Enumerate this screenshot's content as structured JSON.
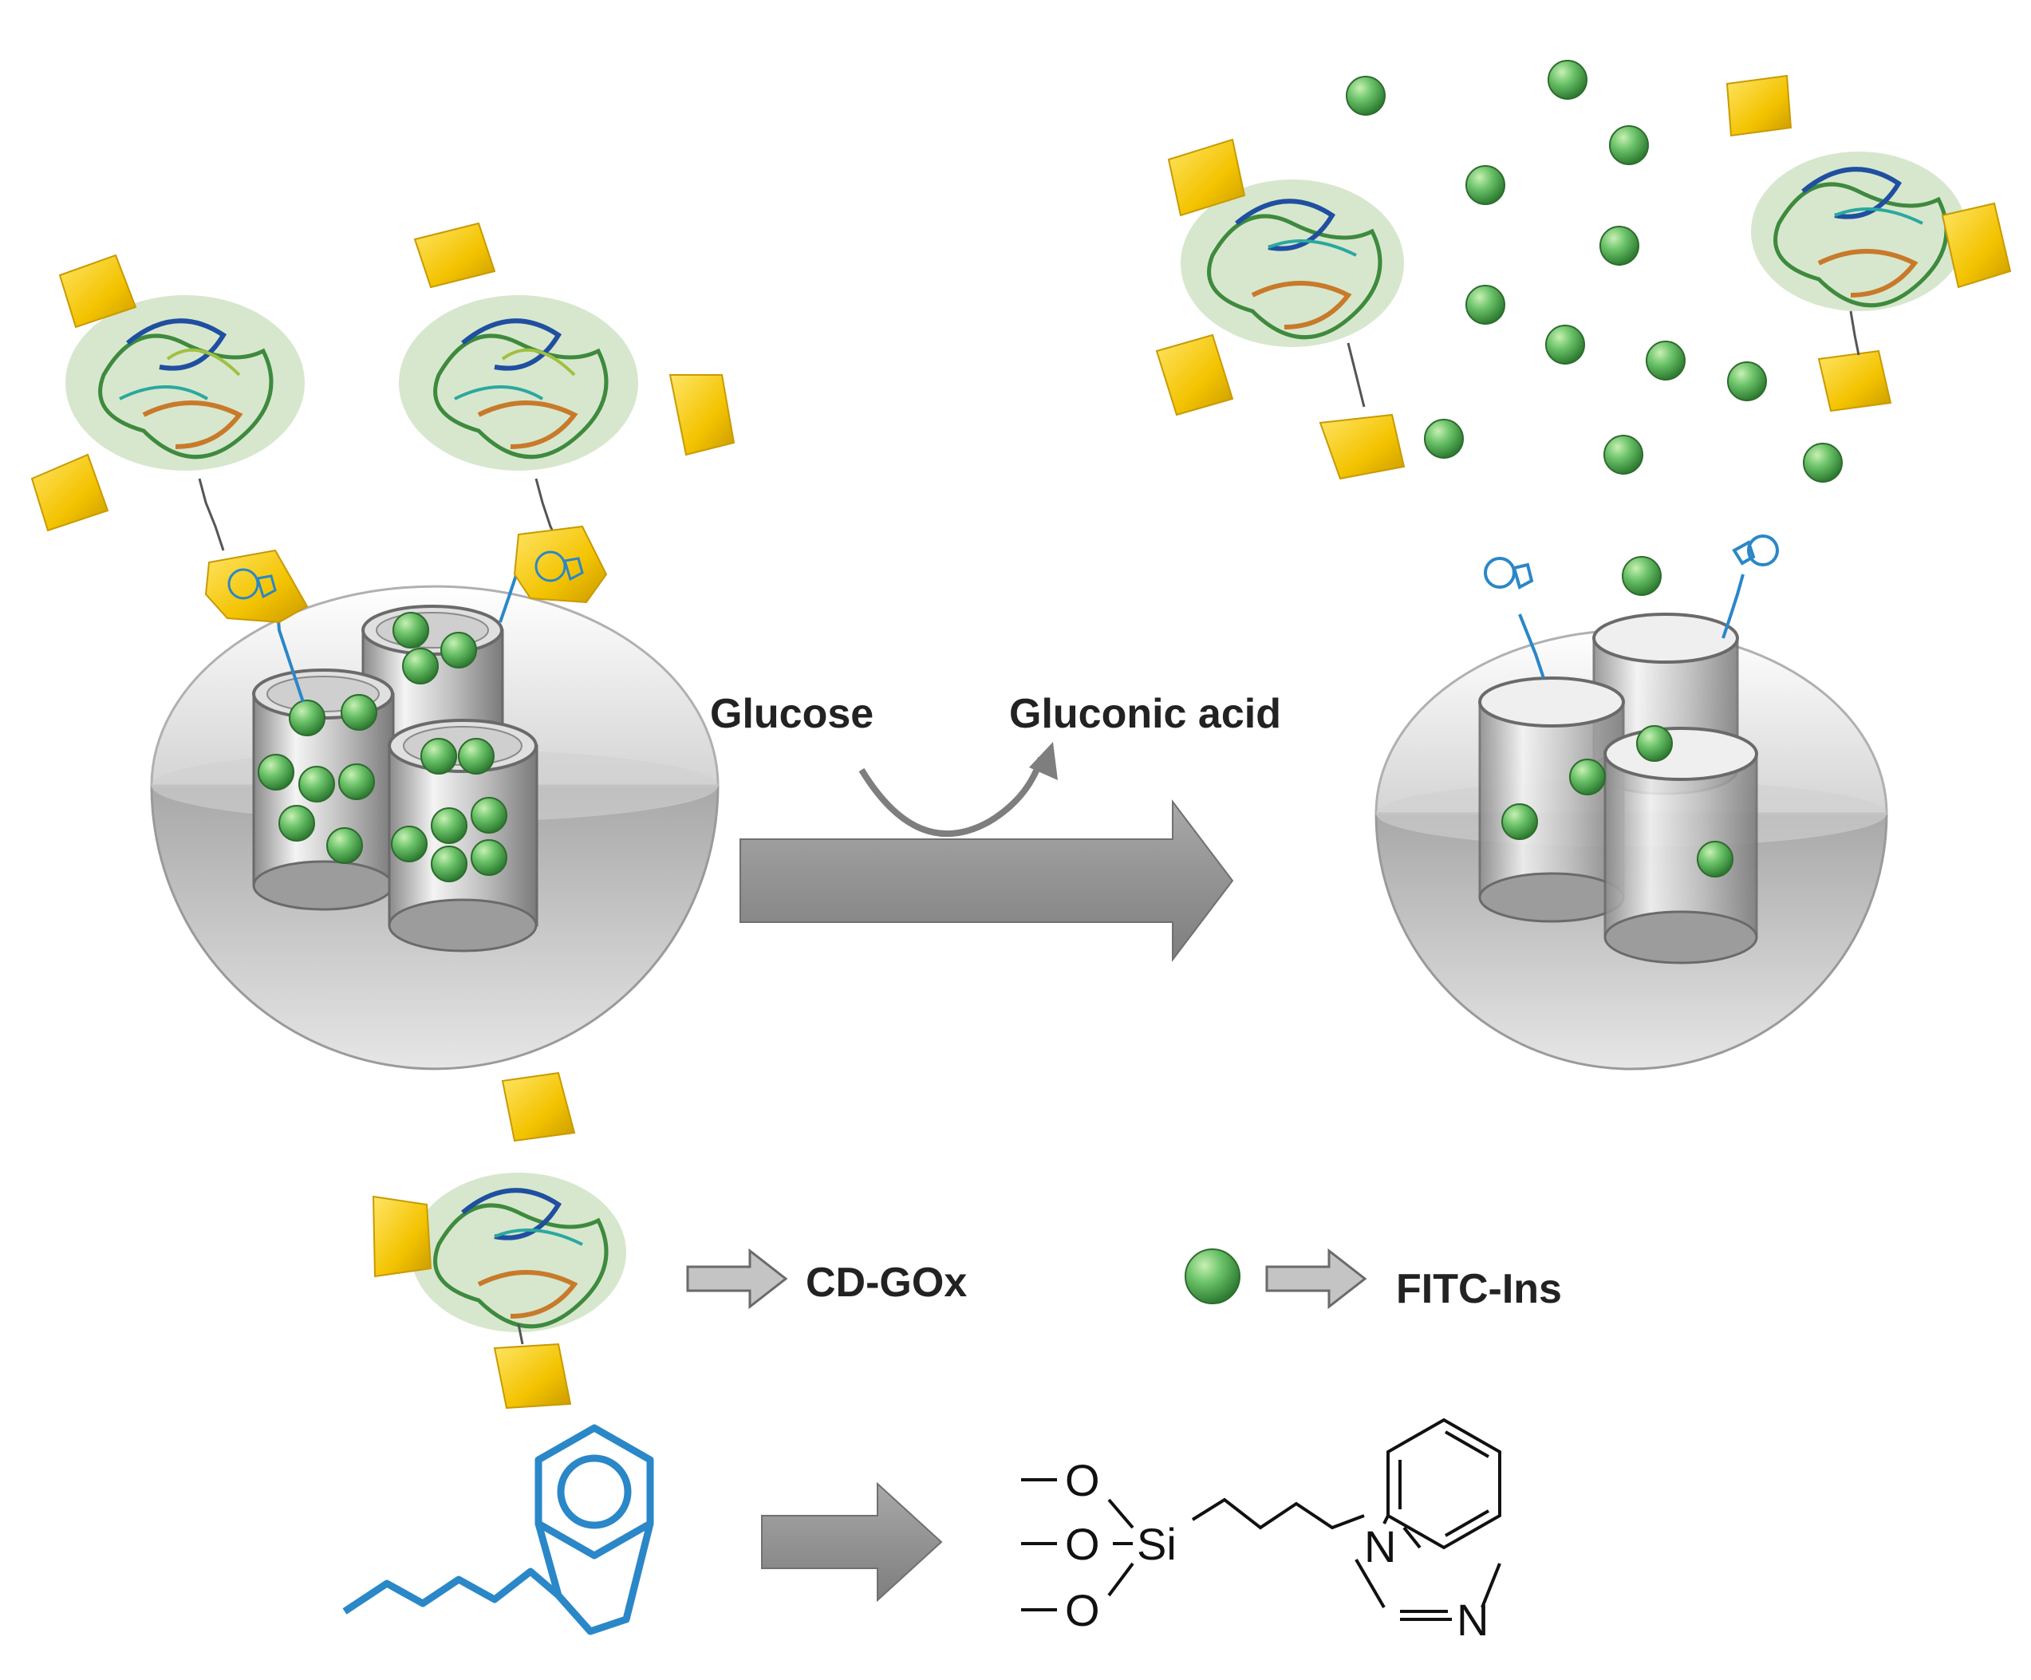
{
  "reaction": {
    "substrate": "Glucose",
    "product": "Gluconic acid"
  },
  "legend": {
    "enzyme_label": "CD-GOx",
    "insulin_label": "FITC-Ins"
  },
  "structure": {
    "atoms": {
      "o1": "O",
      "o2": "O",
      "o3": "O",
      "si": "Si",
      "n1": "N",
      "n2": "N"
    }
  },
  "colors": {
    "particle_green": "#5cb85c",
    "cone_gold": "#f5c800",
    "linker_blue": "#2a87c8",
    "arrow_gray": "#909090",
    "sphere_gray": "#b8b8b8"
  }
}
